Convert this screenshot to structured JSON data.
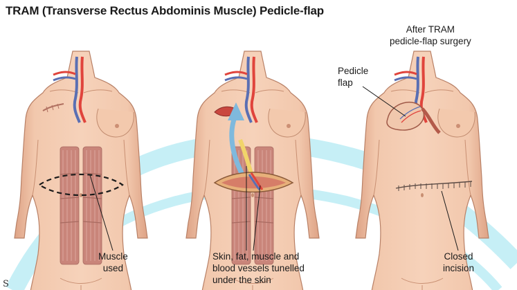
{
  "title": "TRAM (Transverse Rectus Abdominis Muscle) Pedicle-flap",
  "panels": [
    {
      "id": "before",
      "labels": [
        {
          "key": "muscle",
          "lines": [
            "Muscle",
            "used"
          ]
        }
      ]
    },
    {
      "id": "during",
      "labels": [
        {
          "key": "tunnel",
          "lines": [
            "Skin, fat, muscle and",
            "blood vessels tunelled",
            "under the skin"
          ]
        }
      ]
    },
    {
      "id": "after",
      "labels": [
        {
          "key": "after",
          "lines": [
            "After TRAM",
            "pedicle-flap surgery"
          ]
        },
        {
          "key": "pedicle",
          "lines": [
            "Pedicle",
            "flap"
          ]
        },
        {
          "key": "incision",
          "lines": [
            "Closed",
            "incision"
          ]
        }
      ]
    }
  ],
  "corner_mark": "S",
  "colors": {
    "skin": "#f0c4a8",
    "skin_shadow": "#d9a488",
    "outline": "#a87560",
    "muscle": "#c9857a",
    "muscle_stripe": "#e3b0a6",
    "artery": "#e0443c",
    "vein": "#5a6fb3",
    "watermark": "#5fd3e8",
    "arrow": "#7fb9dd",
    "fat": "#f1d46a"
  }
}
